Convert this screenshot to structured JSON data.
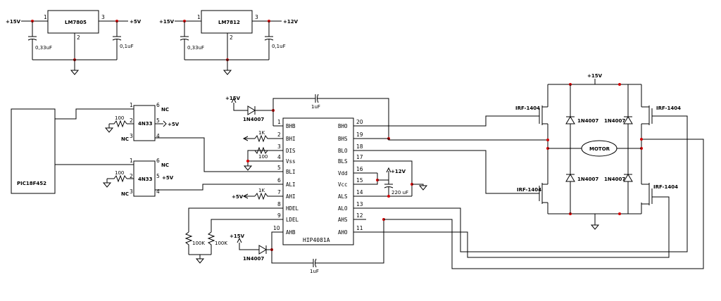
{
  "regulators": [
    {
      "name": "LM7805",
      "vin": "+15V",
      "vout": "+5V",
      "pin_in": "1",
      "pin_gnd": "2",
      "pin_out": "3",
      "cap_in": "0,33uF",
      "cap_out": "0,1uF"
    },
    {
      "name": "LM7812",
      "vin": "+15V",
      "vout": "+12V",
      "pin_in": "1",
      "pin_gnd": "2",
      "pin_out": "3",
      "cap_in": "0,33uF",
      "cap_out": "0,1uF"
    }
  ],
  "mcu": {
    "name": "PIC18F452"
  },
  "optos": [
    {
      "name": "4N33",
      "pin1": "1",
      "pin2": "2",
      "pin3": "3",
      "pin4": "4",
      "pin5": "5",
      "pin6": "6",
      "nc_top": "NC",
      "vcc": "+5V",
      "nc_bot": "NC",
      "resistor": "100"
    },
    {
      "name": "4N33",
      "pin1": "1",
      "pin2": "2",
      "pin3": "3",
      "pin4": "4",
      "pin5": "5",
      "pin6": "6",
      "nc_top": "NC",
      "vcc": "+5V",
      "nc_bot": "NC",
      "resistor": "100"
    }
  ],
  "driver": {
    "name": "HIP4081A",
    "left_pins": [
      {
        "num": "1",
        "name": "BHB"
      },
      {
        "num": "2",
        "name": "BHI"
      },
      {
        "num": "3",
        "name": "DIS"
      },
      {
        "num": "4",
        "name": "Vss"
      },
      {
        "num": "5",
        "name": "BLI"
      },
      {
        "num": "6",
        "name": "ALI"
      },
      {
        "num": "7",
        "name": "AHI"
      },
      {
        "num": "8",
        "name": "HDEL"
      },
      {
        "num": "9",
        "name": "LDEL"
      },
      {
        "num": "10",
        "name": "AHB"
      }
    ],
    "right_pins": [
      {
        "num": "20",
        "name": "BHO"
      },
      {
        "num": "19",
        "name": "BHS"
      },
      {
        "num": "18",
        "name": "BLO"
      },
      {
        "num": "17",
        "name": "BLS"
      },
      {
        "num": "16",
        "name": "Vdd"
      },
      {
        "num": "15",
        "name": "Vcc"
      },
      {
        "num": "14",
        "name": "ALS"
      },
      {
        "num": "13",
        "name": "ALO"
      },
      {
        "num": "12",
        "name": "AHS"
      },
      {
        "num": "11",
        "name": "AHO"
      }
    ]
  },
  "supplies": {
    "v15": "+15V",
    "v5": "+5V",
    "v12": "+12V"
  },
  "parts": {
    "diode": "1N4007",
    "boot_cap": "1uF",
    "r_1k": "1K",
    "r_100": "100",
    "r_100k": "100K",
    "c_220": "220 uF"
  },
  "bridge": {
    "mosfet": "IRF-1404",
    "diode": "1N4007",
    "motor": "MOTOR",
    "vtop": "+15V"
  }
}
